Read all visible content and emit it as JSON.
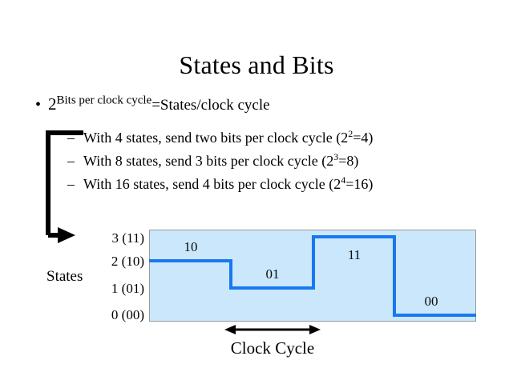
{
  "slide": {
    "title": "States and Bits",
    "background_color": "#ffffff",
    "bullet_main": {
      "marker": "•",
      "base": "2",
      "exponent": "Bits per clock cycle",
      "tail": "=States/clock cycle"
    },
    "sub_bullets": [
      {
        "marker": "–",
        "text_before": "With 4 states, send two bits per clock cycle (2",
        "exponent": "2",
        "text_after": "=4)"
      },
      {
        "marker": "–",
        "text_before": "With 8 states, send 3 bits per clock cycle (2",
        "exponent": "3",
        "text_after": "=8)"
      },
      {
        "marker": "–",
        "text_before": "With 16 states, send 4 bits per clock cycle (2",
        "exponent": "4",
        "text_after": "=16)"
      }
    ]
  },
  "chart_data": {
    "type": "line",
    "title": "",
    "xlabel": "Clock Cycle",
    "ylabel": "States",
    "axis_label_left": "States",
    "plot_fill_color": "#cbe7fb",
    "plot_border_color": "#9a9a9a",
    "signal_color": "#1878f0",
    "y_tick_labels": [
      "3 (11)",
      "2 (10)",
      "1 (01)",
      "0 (00)"
    ],
    "y_tick_values": [
      3,
      2,
      1,
      0
    ],
    "ylim": [
      0,
      3
    ],
    "grid": false,
    "legend": "none",
    "x": [
      0,
      1,
      1,
      2,
      2,
      3,
      3,
      4
    ],
    "values": [
      2,
      2,
      1,
      1,
      3,
      3,
      0,
      0
    ],
    "segments": [
      {
        "label": "10",
        "level": 2,
        "level_bits": "10",
        "x_start": 0,
        "x_end": 1
      },
      {
        "label": "01",
        "level": 1,
        "level_bits": "01",
        "x_start": 1,
        "x_end": 2
      },
      {
        "label": "11",
        "level": 3,
        "level_bits": "11",
        "x_start": 2,
        "x_end": 3
      },
      {
        "label": "00",
        "level": 0,
        "level_bits": "00",
        "x_start": 3,
        "x_end": 4
      }
    ],
    "annotations": [
      {
        "text": "Clock Cycle",
        "type": "span-arrow",
        "from_x": 1,
        "to_x": 2
      }
    ]
  }
}
